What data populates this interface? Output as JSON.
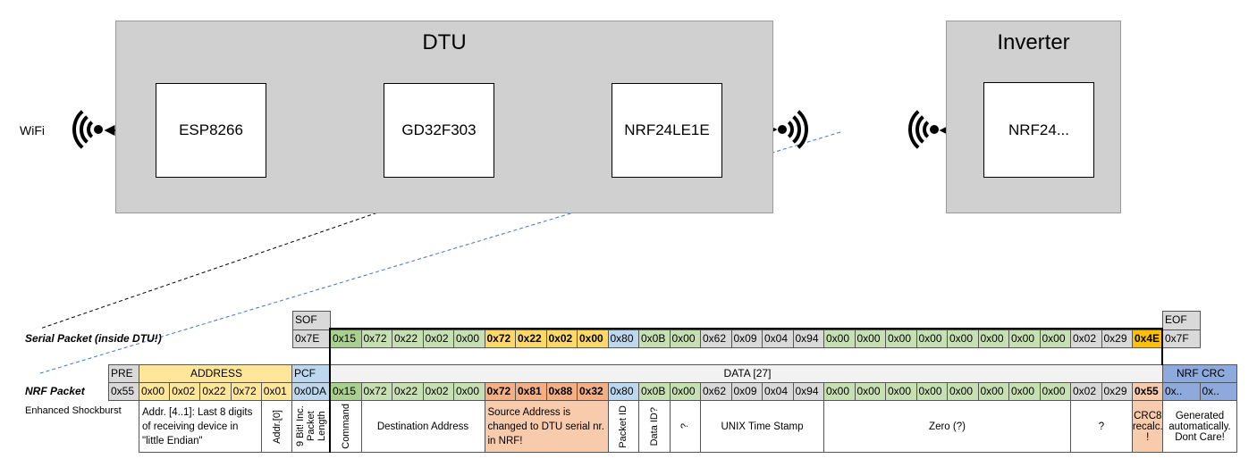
{
  "dtu": {
    "title": "DTU",
    "chips": [
      "ESP8266",
      "GD32F303",
      "NRF24LE1E"
    ]
  },
  "inverter": {
    "title": "Inverter",
    "chip": "NRF24..."
  },
  "wifi_label": "WiFi",
  "colors": {
    "green_dark": "#a9d08e",
    "green": "#c6e0b4",
    "gold": "#ffd966",
    "gold_strong": "#ffc000",
    "blue": "#bdd7ee",
    "gray": "#d9d9d9",
    "orange": "#f4b084",
    "salmon": "#f8cbad",
    "crc_blue": "#8ea9db",
    "address_yellow": "#ffe699",
    "arrow_orange": "#ed7d31",
    "arrow_green": "#70ad47",
    "dash_blue": "#4472c4"
  },
  "serial": {
    "row_label": "Serial Packet (inside DTU!)",
    "sof_header": "SOF",
    "sof_value": "0x7E",
    "eof_header": "EOF",
    "eof_value": "0x7F",
    "bytes": [
      {
        "v": "0x15",
        "c": "green_dark"
      },
      {
        "v": "0x72",
        "c": "green"
      },
      {
        "v": "0x22",
        "c": "green"
      },
      {
        "v": "0x02",
        "c": "green"
      },
      {
        "v": "0x00",
        "c": "green"
      },
      {
        "v": "0x72",
        "c": "gold",
        "b": true
      },
      {
        "v": "0x22",
        "c": "gold",
        "b": true
      },
      {
        "v": "0x02",
        "c": "gold",
        "b": true
      },
      {
        "v": "0x00",
        "c": "gold",
        "b": true
      },
      {
        "v": "0x80",
        "c": "blue"
      },
      {
        "v": "0x0B",
        "c": "green"
      },
      {
        "v": "0x00",
        "c": "green"
      },
      {
        "v": "0x62",
        "c": "gray"
      },
      {
        "v": "0x09",
        "c": "gray"
      },
      {
        "v": "0x04",
        "c": "gray"
      },
      {
        "v": "0x94",
        "c": "gray"
      },
      {
        "v": "0x00",
        "c": "green"
      },
      {
        "v": "0x00",
        "c": "green"
      },
      {
        "v": "0x00",
        "c": "green"
      },
      {
        "v": "0x00",
        "c": "green"
      },
      {
        "v": "0x00",
        "c": "green"
      },
      {
        "v": "0x00",
        "c": "green"
      },
      {
        "v": "0x00",
        "c": "green"
      },
      {
        "v": "0x00",
        "c": "green"
      },
      {
        "v": "0x02",
        "c": "gray"
      },
      {
        "v": "0x29",
        "c": "gray"
      },
      {
        "v": "0x4E",
        "c": "gold_strong",
        "b": true
      }
    ]
  },
  "nrf": {
    "row_label": "NRF Packet",
    "sub_label": "Enhanced Shockburst",
    "pre_header": "PRE",
    "pre_value": "0x55",
    "address_header": "ADDRESS",
    "address_values": [
      "0x00",
      "0x02",
      "0x22",
      "0x72",
      "0x01"
    ],
    "pcf_header": "PCF",
    "pcf_value": "0x0DA",
    "data_header": "DATA [27]",
    "crc_header": "NRF CRC",
    "crc_values": [
      "0x..",
      "0x.."
    ],
    "bytes": [
      {
        "v": "0x15",
        "c": "green_dark"
      },
      {
        "v": "0x72",
        "c": "green"
      },
      {
        "v": "0x22",
        "c": "green"
      },
      {
        "v": "0x02",
        "c": "green"
      },
      {
        "v": "0x00",
        "c": "green"
      },
      {
        "v": "0x72",
        "c": "orange",
        "b": true
      },
      {
        "v": "0x81",
        "c": "orange",
        "b": true
      },
      {
        "v": "0x88",
        "c": "orange",
        "b": true
      },
      {
        "v": "0x32",
        "c": "orange",
        "b": true
      },
      {
        "v": "0x80",
        "c": "blue"
      },
      {
        "v": "0x0B",
        "c": "green"
      },
      {
        "v": "0x00",
        "c": "green"
      },
      {
        "v": "0x62",
        "c": "gray"
      },
      {
        "v": "0x09",
        "c": "gray"
      },
      {
        "v": "0x04",
        "c": "gray"
      },
      {
        "v": "0x94",
        "c": "gray"
      },
      {
        "v": "0x00",
        "c": "green"
      },
      {
        "v": "0x00",
        "c": "green"
      },
      {
        "v": "0x00",
        "c": "green"
      },
      {
        "v": "0x00",
        "c": "green"
      },
      {
        "v": "0x00",
        "c": "green"
      },
      {
        "v": "0x00",
        "c": "green"
      },
      {
        "v": "0x00",
        "c": "green"
      },
      {
        "v": "0x00",
        "c": "green"
      },
      {
        "v": "0x02",
        "c": "gray"
      },
      {
        "v": "0x29",
        "c": "gray"
      },
      {
        "v": "0x55",
        "c": "salmon",
        "b": true
      }
    ],
    "notes": {
      "addr_upper": "Addr. [4..1]: Last 8 digits of receiving device in \"little Endian\"",
      "addr_zero": "Addr.[0]",
      "pcf": "9 Bit! Inc. Packet Length",
      "crc": "Generated automatically. Dont Care!"
    },
    "data_notes": [
      {
        "from": 0,
        "to": 0,
        "text": "Command",
        "vert": true
      },
      {
        "from": 1,
        "to": 4,
        "text": "Destination Address"
      },
      {
        "from": 5,
        "to": 8,
        "text": "Source Address is changed to DTU serial nr. in NRF!",
        "bg": "salmon",
        "left": true
      },
      {
        "from": 9,
        "to": 9,
        "text": "Packet ID",
        "vert": true
      },
      {
        "from": 10,
        "to": 10,
        "text": "Data ID?",
        "vert": true
      },
      {
        "from": 11,
        "to": 11,
        "text": "?",
        "vert": true
      },
      {
        "from": 12,
        "to": 15,
        "text": "UNIX Time Stamp"
      },
      {
        "from": 16,
        "to": 23,
        "text": "Zero (?)"
      },
      {
        "from": 24,
        "to": 25,
        "text": "?"
      },
      {
        "from": 26,
        "to": 26,
        "text": "CRC8 recalc. !",
        "bg": "salmon"
      }
    ]
  }
}
